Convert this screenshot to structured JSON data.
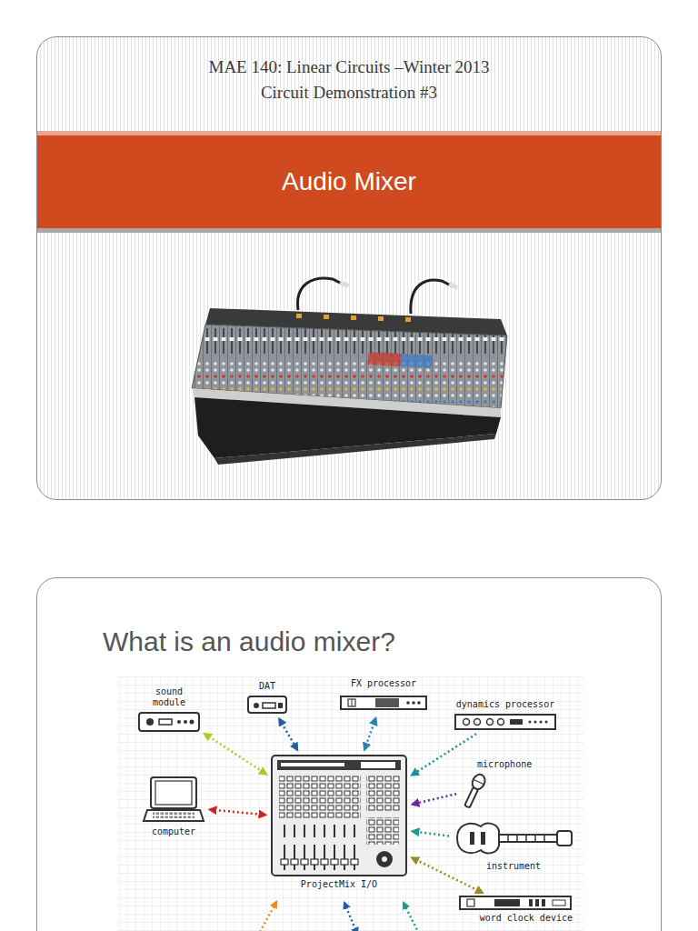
{
  "diagram": {
    "nodes": [
      {
        "text": [
          "MAE 140: Linear Circuits –Winter 2013",
          "Circuit Demonstration #3"
        ]
      },
      {
        "text": [
          "Audio Mixer"
        ],
        "in": 0
      },
      {
        "text": [
          "What is an audio mixer?"
        ]
      },
      {
        "text": [
          "sound module"
        ],
        "in": 2
      },
      {
        "text": [
          "DAT"
        ],
        "in": 2
      },
      {
        "text": [
          "FX processor"
        ],
        "in": 2
      },
      {
        "text": [
          "dynamics processor"
        ],
        "in": 2
      },
      {
        "text": [
          "computer"
        ],
        "in": 2
      },
      {
        "text": [
          "ProjectMix I/O"
        ],
        "in": 2
      },
      {
        "text": [
          "microphone"
        ],
        "in": 2
      },
      {
        "text": [
          "instrument"
        ],
        "in": 2
      },
      {
        "text": [
          "word clock device"
        ],
        "in": 2
      }
    ],
    "edges": [
      {
        "from": 3,
        "to": 8,
        "arrow": "both"
      },
      {
        "from": 4,
        "to": 8,
        "arrow": "both"
      },
      {
        "from": 5,
        "to": 8,
        "arrow": "both"
      },
      {
        "from": 6,
        "to": 8,
        "arrow": "to"
      },
      {
        "from": 7,
        "to": 8,
        "arrow": "both"
      },
      {
        "from": 9,
        "to": 8,
        "arrow": "to"
      },
      {
        "from": 10,
        "to": 8,
        "arrow": "to"
      },
      {
        "from": 11,
        "to": 8,
        "arrow": "both"
      }
    ]
  }
}
